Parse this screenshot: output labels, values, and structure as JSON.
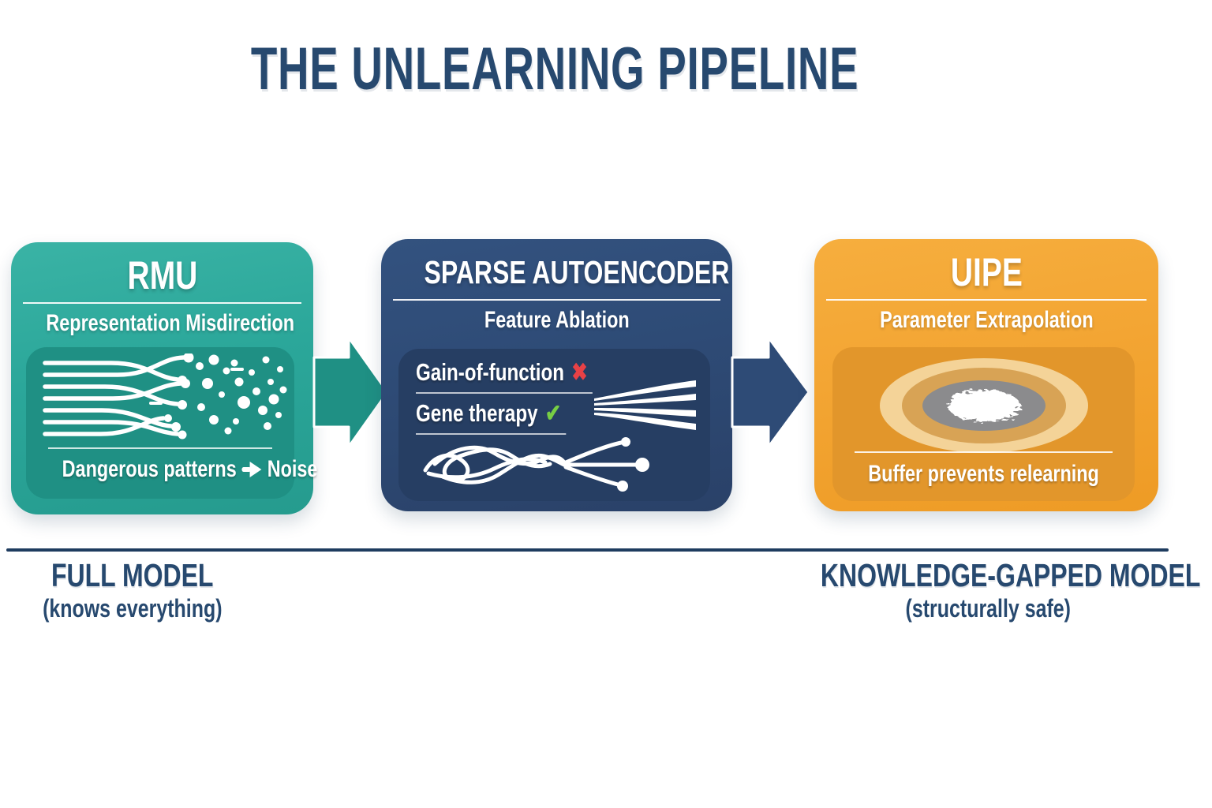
{
  "title": "THE UNLEARNING PIPELINE",
  "colors": {
    "navy_text": "#27496F",
    "divider_navy": "#1E3C5F",
    "teal": "#2BA79A",
    "teal_dark": "#1F9084",
    "blue": "#2E4B76",
    "blue_dark": "#263E63",
    "orange": "#F3A533",
    "orange_dark": "#E2962B",
    "ring_cream": "#F4D398",
    "ring_tan": "#D8A355",
    "ring_gray": "#8B8B8D",
    "x_red": "#E84146",
    "check_green": "#77CE44"
  },
  "icons": {
    "x": "✖",
    "check": "✔"
  },
  "stages": [
    {
      "id": "rmu",
      "title": "RMU",
      "subtitle": "Representation Misdirection",
      "caption": {
        "left": "Dangerous patterns",
        "right": "Noise"
      }
    },
    {
      "id": "sparse-autoencoder",
      "title": "SPARSE AUTOENCODER",
      "subtitle": "Feature Ablation",
      "features": [
        {
          "label": "Gain-of-function",
          "icon": "x-icon"
        },
        {
          "label": "Gene therapy",
          "icon": "check-icon"
        }
      ]
    },
    {
      "id": "uipe",
      "title": "UIPE",
      "subtitle": "Parameter Extrapolation",
      "caption": "Buffer prevents relearning"
    }
  ],
  "footer": {
    "left": {
      "title": "FULL MODEL",
      "subtitle": "(knows everything)"
    },
    "right": {
      "title": "KNOWLEDGE-GAPPED MODEL",
      "subtitle": "(structurally safe)"
    }
  }
}
